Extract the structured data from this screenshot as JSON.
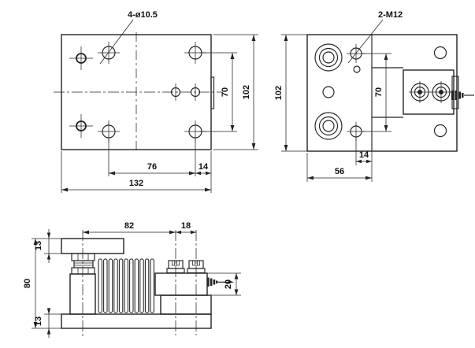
{
  "drawing": {
    "kind": "engineering-drawing",
    "line_color": "#222222",
    "background": "#ffffff"
  },
  "left_view": {
    "callout": "4-ø10.5",
    "dim_hole_span": "76",
    "dim_edge_offset": "14",
    "dim_width": "132",
    "dim_hole_span_v": "70",
    "dim_height": "102"
  },
  "right_view": {
    "dim_height": "102",
    "callout": "2-M12",
    "dim_hole_span_v": "70",
    "dim_edge_offset": "14",
    "dim_width": "56"
  },
  "side_view": {
    "dim_span_a": "82",
    "dim_span_b": "18",
    "dim_top_plate": "13",
    "dim_height": "80",
    "dim_base_plate": "13",
    "dim_body_height": "20"
  }
}
